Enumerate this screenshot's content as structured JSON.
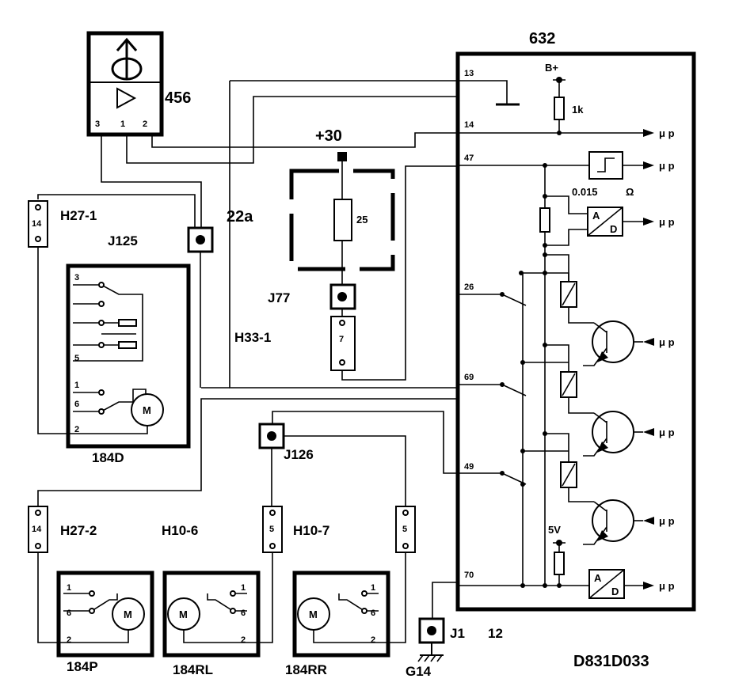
{
  "diagram": {
    "ecu": {
      "label": "632",
      "supply": "B+",
      "resistor": "1k",
      "shunt_value": "0.015",
      "shunt_unit": "Ω",
      "reg": "5V",
      "micro": "μ p"
    },
    "ecu_pins": [
      "13",
      "14",
      "47",
      "26",
      "69",
      "49",
      "70"
    ],
    "components": {
      "sensor": {
        "label": "456",
        "pins": [
          "3",
          "1",
          "2"
        ]
      },
      "supply": "+30",
      "fuse": "25",
      "fuse_box": "J77",
      "h33": {
        "label": "H33-1",
        "pin": "7"
      },
      "connectors": {
        "h27_1": "H27-1",
        "h27_2": "H27-2",
        "h10_6": "H10-6",
        "h10_7": "H10-7",
        "pin14": "14",
        "pin5": "5"
      },
      "splices": {
        "j125": "J125",
        "j126": "J126",
        "j1": "J1",
        "j1_num": "12",
        "g14": "G14",
        "n22a": "22a"
      },
      "motors": [
        {
          "label": "184D",
          "pins": [
            "3",
            "5",
            "1",
            "6",
            "2"
          ]
        },
        {
          "label": "184P",
          "pins": [
            "1",
            "6",
            "2"
          ]
        },
        {
          "label": "184RL",
          "pins": [
            "1",
            "6",
            "2"
          ]
        },
        {
          "label": "184RR",
          "pins": [
            "1",
            "6",
            "2"
          ]
        }
      ],
      "motor_symbol": "M",
      "adc": {
        "a": "A",
        "d": "D"
      }
    },
    "drawing_id": "D831D033"
  }
}
